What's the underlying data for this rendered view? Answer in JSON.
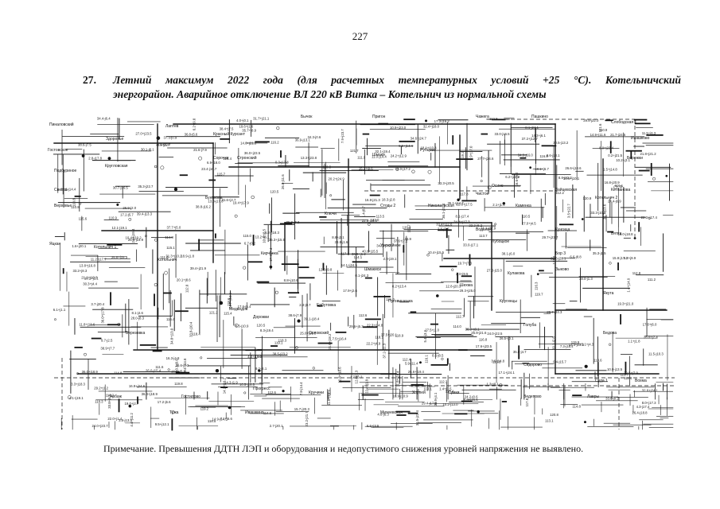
{
  "page": {
    "number": "227"
  },
  "heading": {
    "number": "27.",
    "line1": "Летний максимум 2022 года (для расчетных температурных условий +25 °С). Котельничский",
    "line2": "энергорайон. Аварийное отключение ВЛ 220 кВ Витка – Котельнич из нормальной схемы"
  },
  "diagram": {
    "substation_labels": [
      "Пиналовский",
      "Лаптев",
      "Здоровье",
      "Гостовское",
      "Подбуриное",
      "Кругловская",
      "Светла",
      "Верховье",
      "Яцкан",
      "Котельнич 1",
      "Котельнич",
      "Бунякова",
      "Стронский",
      "Рубцово",
      "Пригон",
      "Чажега",
      "Пашкино",
      "Осинс",
      "Бычок",
      "Шмаки",
      "Ключи",
      "Прогресс",
      "Николаевская",
      "Каменка",
      "Красный Курсант",
      "Сорочки",
      "Стоды 2",
      "Водолей",
      "Шмакиси",
      "Чистое",
      "Кругинцы",
      "Кунгица",
      "Зыково",
      "Шехма",
      "Зайцевская",
      "Пуговишенка",
      "Кулакова",
      "Якута",
      "Вятка",
      "Урожайное",
      "Бедова",
      "Голуба",
      "Ербутовка",
      "Кирчанка",
      "Лубоцкое",
      "Арбаж",
      "Хорхей",
      "Сумки",
      "Ведепово",
      "Лавры",
      "Кручини",
      "Ивашкино",
      "Гостилово",
      "Тужа",
      "Михеевская",
      "Слободская 1",
      "Ивашково",
      "Бережки",
      "Котельнич 2",
      "Бор 3",
      "Дорожки",
      "Медведок",
      "Орловский",
      "Березовка",
      "Сидорово",
      "Вохма",
      "Суда 1",
      "Кетпанова"
    ]
  },
  "note": {
    "text": "Примечание. Превышения ДДТН ЛЭП и оборудования и недопустимого снижения уровней напряжения не выявлено."
  }
}
